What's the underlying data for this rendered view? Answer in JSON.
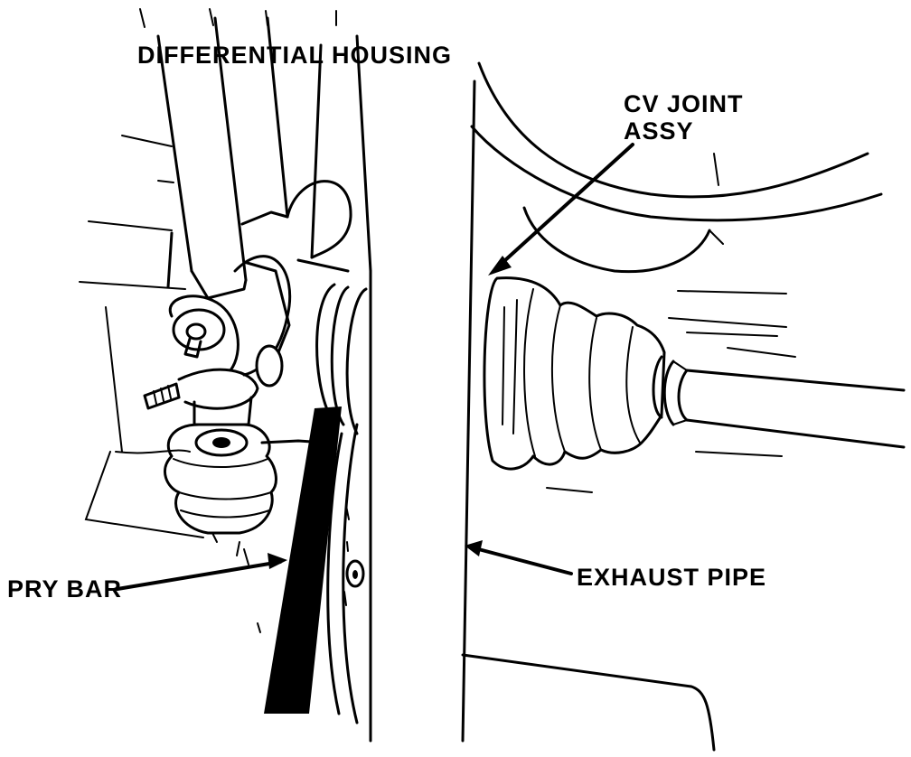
{
  "diagram": {
    "labels": {
      "differential_housing": "DIFFERENTIAL HOUSING",
      "cv_joint_line1": "CV JOINT",
      "cv_joint_line2": "ASSY",
      "pry_bar": "PRY BAR",
      "exhaust_pipe": "EXHAUST PIPE"
    }
  }
}
